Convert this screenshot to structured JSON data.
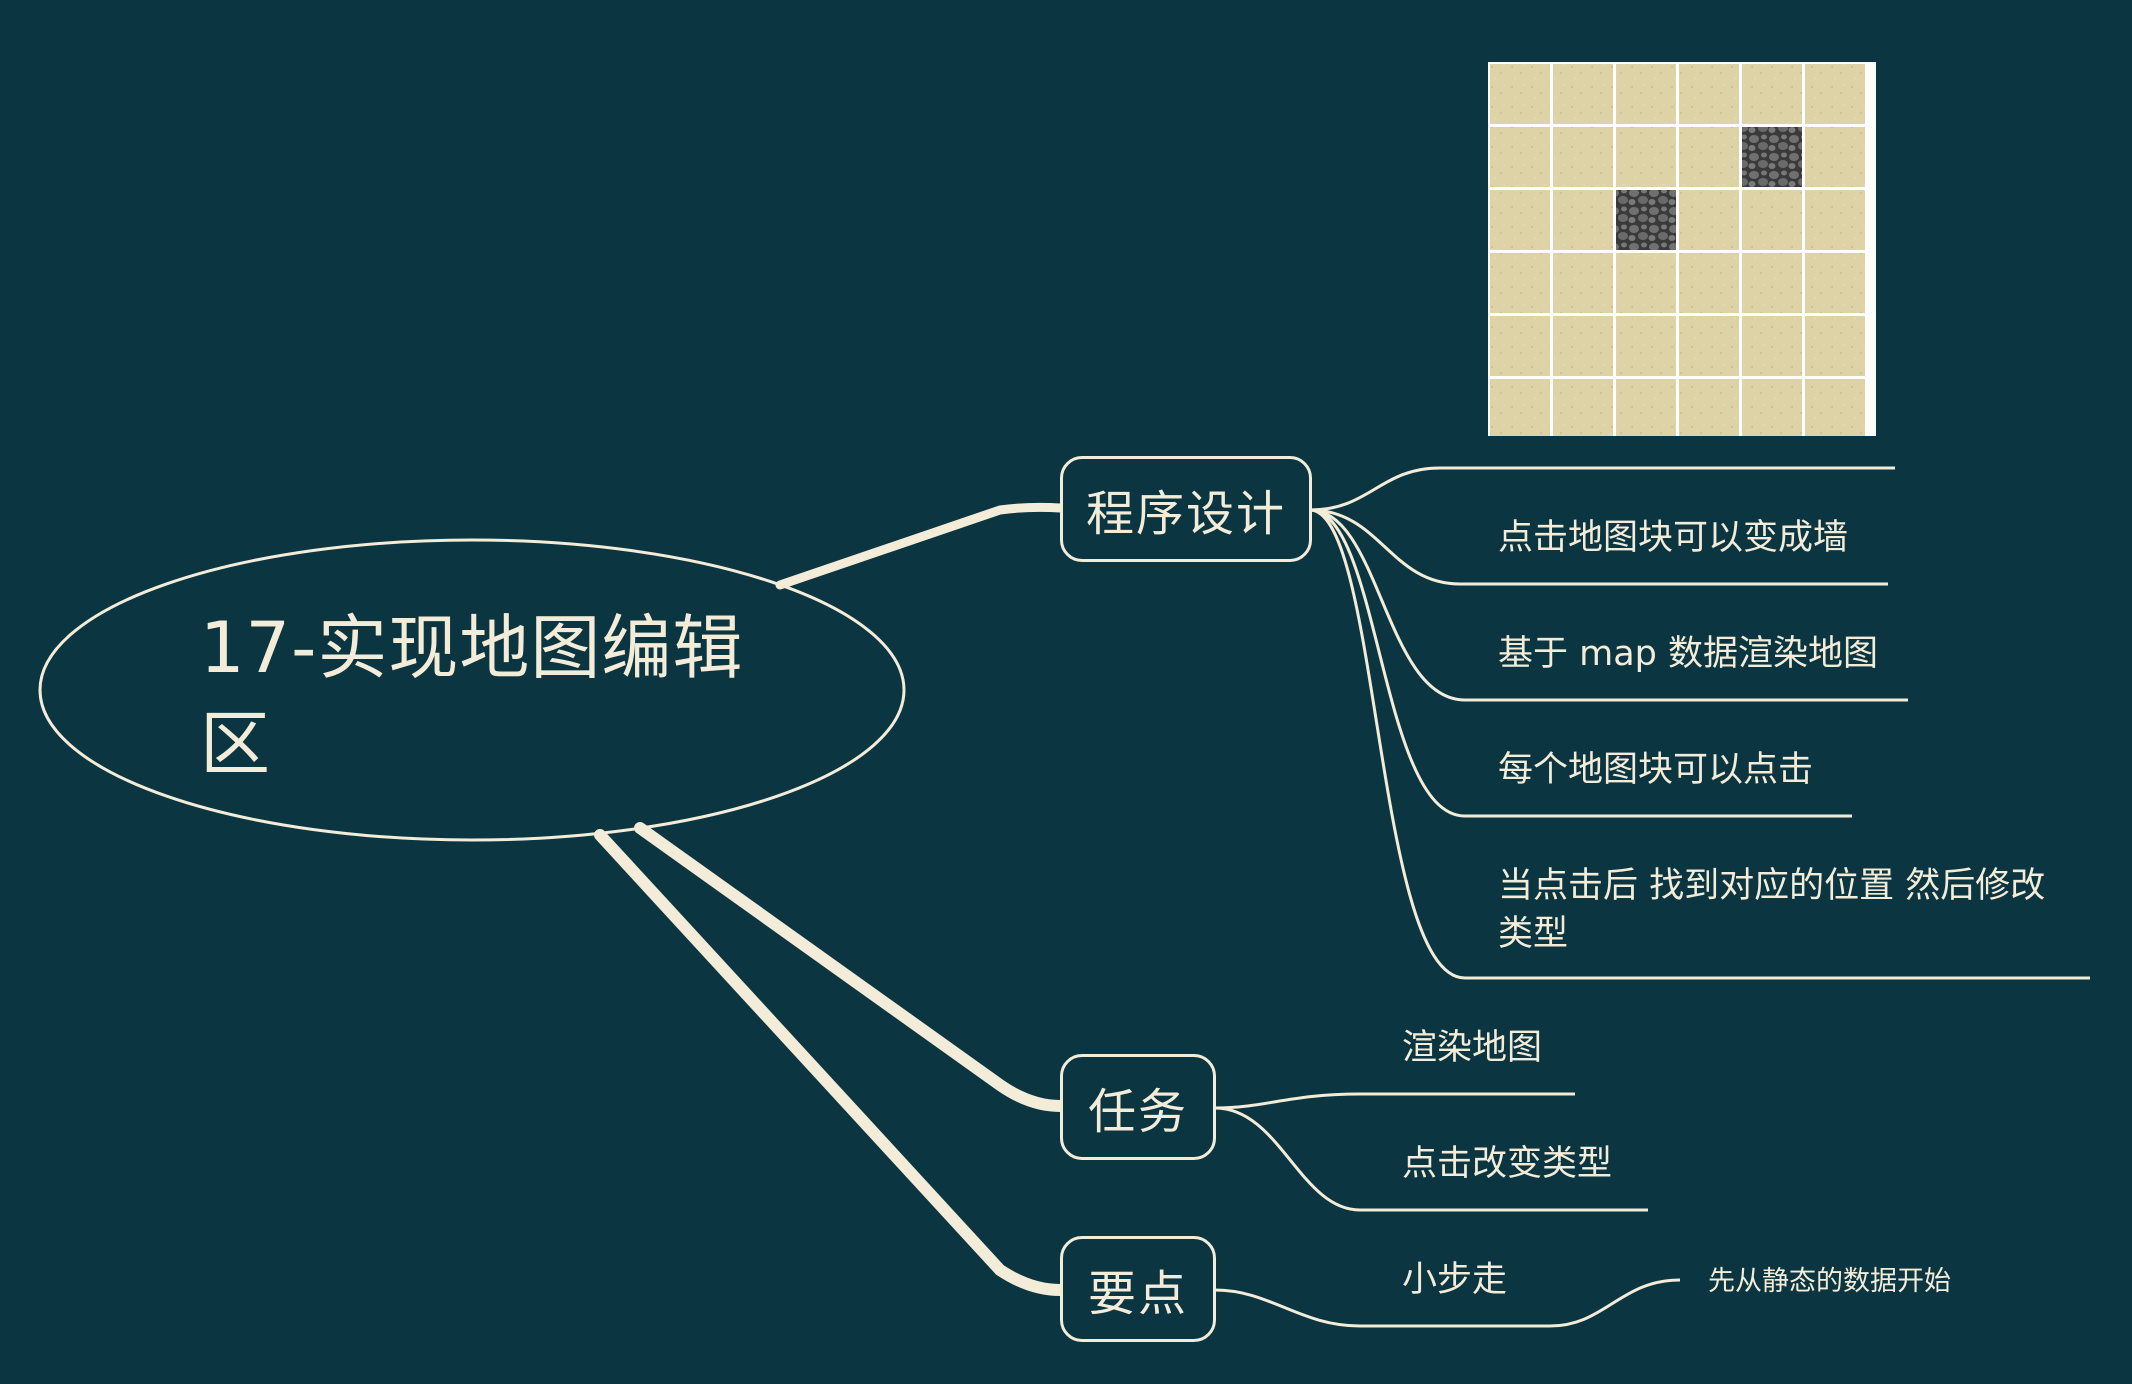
{
  "central": {
    "title": "17-实现地图编辑区"
  },
  "branches": {
    "program_design": {
      "label": "程序设计",
      "items": [
        "点击地图块可以变成墙",
        "基于 map 数据渲染地图",
        "每个地图块可以点击",
        "当点击后 找到对应的位置 然后修改类型"
      ]
    },
    "tasks": {
      "label": "任务",
      "items": [
        "渲染地图",
        "点击改变类型"
      ]
    },
    "key_points": {
      "label": "要点",
      "items": [
        "小步走"
      ],
      "sub_item": "先从静态的数据开始"
    }
  },
  "map_image": {
    "columns": 6,
    "rows": 6,
    "wall_cells": [
      [
        1,
        4
      ],
      [
        2,
        2
      ]
    ],
    "colors": {
      "sand": "#ddd3a6",
      "grid": "#ffffff",
      "wall": "#555555"
    }
  },
  "colors": {
    "background": "#0b3541",
    "line": "#f3ecd8"
  }
}
